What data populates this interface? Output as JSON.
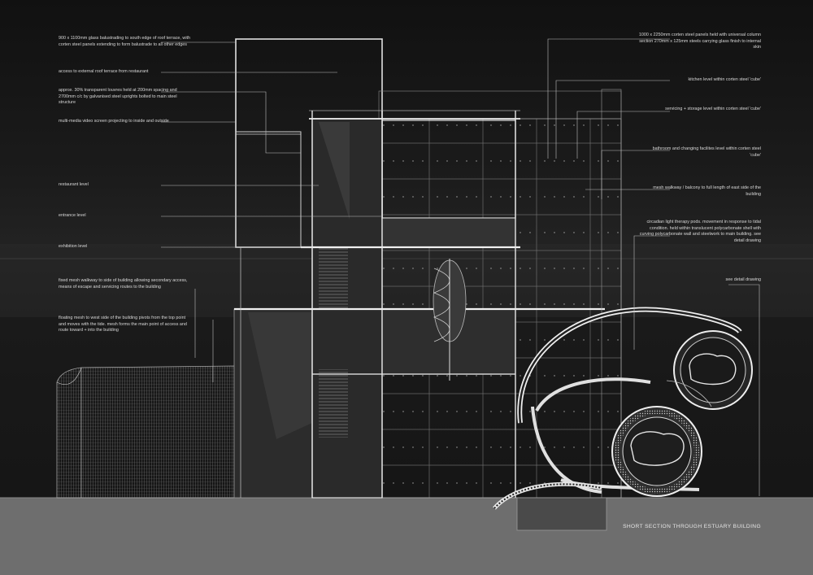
{
  "title": "SHORT SECTION THROUGH ESTUARY BUILDING",
  "colors": {
    "background": "#161616",
    "ground": "#6e6e6e",
    "linework": "#cfcfcf",
    "text": "#d8d8d8"
  },
  "annotations_left": [
    {
      "id": "balustrade",
      "text": "900 x 1100mm glass balustrading to south edge of roof terrace, with corten steel panels extending to form balustrade to all other edges"
    },
    {
      "id": "roof-access",
      "text": "access to external roof terrace from restaurant"
    },
    {
      "id": "louvres",
      "text": "approx. 30% transparent louvres held at 200mm spacing and 2700mm c/c by galvanised steel uprights bolted to main steel structure"
    },
    {
      "id": "video-screen",
      "text": "multi-media video screen projecting to inside and outside"
    },
    {
      "id": "restaurant-level",
      "text": "restaurant level"
    },
    {
      "id": "entrance-level",
      "text": "entrance level"
    },
    {
      "id": "exhibition-level",
      "text": "exhibition level"
    },
    {
      "id": "fixed-walkway",
      "text": "fixed mesh walkway to side of building allowing secondary access, means of escape and servicing routes to the building"
    },
    {
      "id": "floating-mesh",
      "text": "floating mesh to west side of the building pivots from the top point and moves with the tide. mesh forms the main point of access and route toward + into the building"
    }
  ],
  "annotations_right": [
    {
      "id": "corten-panels",
      "text": "1000 x 2250mm corten steel panels held with universal column section 270mm x 125mm steels carrying glass finish to internal skin"
    },
    {
      "id": "kitchen",
      "text": "kitchen level within corten steel 'cube'"
    },
    {
      "id": "servicing",
      "text": "servicing + storage level within corten steel 'cube'"
    },
    {
      "id": "bathroom",
      "text": "bathroom and changing facilites level within corten steel 'cube'"
    },
    {
      "id": "mesh-balcony",
      "text": "mesh walkway / balcony to full length of east side of the building"
    },
    {
      "id": "pods",
      "text": "circadian light therapy pods. movement in response to tidal condition. held within translucent polycarbonate shell with curving polycarbonate wall and steelwork to main building. see detail drawing"
    },
    {
      "id": "detail",
      "text": "see detail drawing"
    }
  ]
}
